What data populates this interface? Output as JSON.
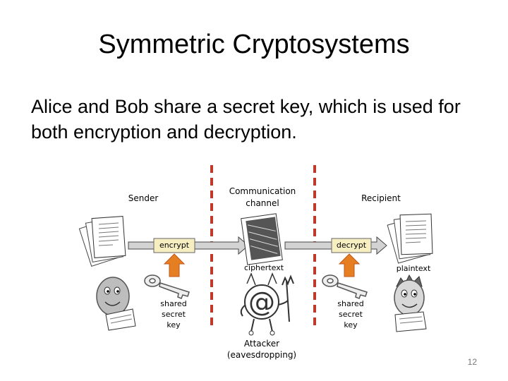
{
  "slide": {
    "title": "Symmetric Cryptosystems",
    "body": "Alice and Bob share a secret key, which is used for both encryption and decryption.",
    "page_number": "12"
  },
  "diagram": {
    "sender": "Sender",
    "channel_line1": "Communication",
    "channel_line2": "channel",
    "recipient": "Recipient",
    "encrypt": "encrypt",
    "decrypt": "decrypt",
    "ciphertext": "ciphertext",
    "plaintext": "plaintext",
    "shared_key_left": [
      "shared",
      "secret",
      "key"
    ],
    "shared_key_right": [
      "shared",
      "secret",
      "key"
    ],
    "attacker_line1": "Attacker",
    "attacker_line2": "(eavesdropping)",
    "colors": {
      "divider": "#c0392b",
      "box_fill": "#f6eec1",
      "arrow_up": "#e67e22",
      "arrow_grey": "#cfcfcf"
    }
  }
}
